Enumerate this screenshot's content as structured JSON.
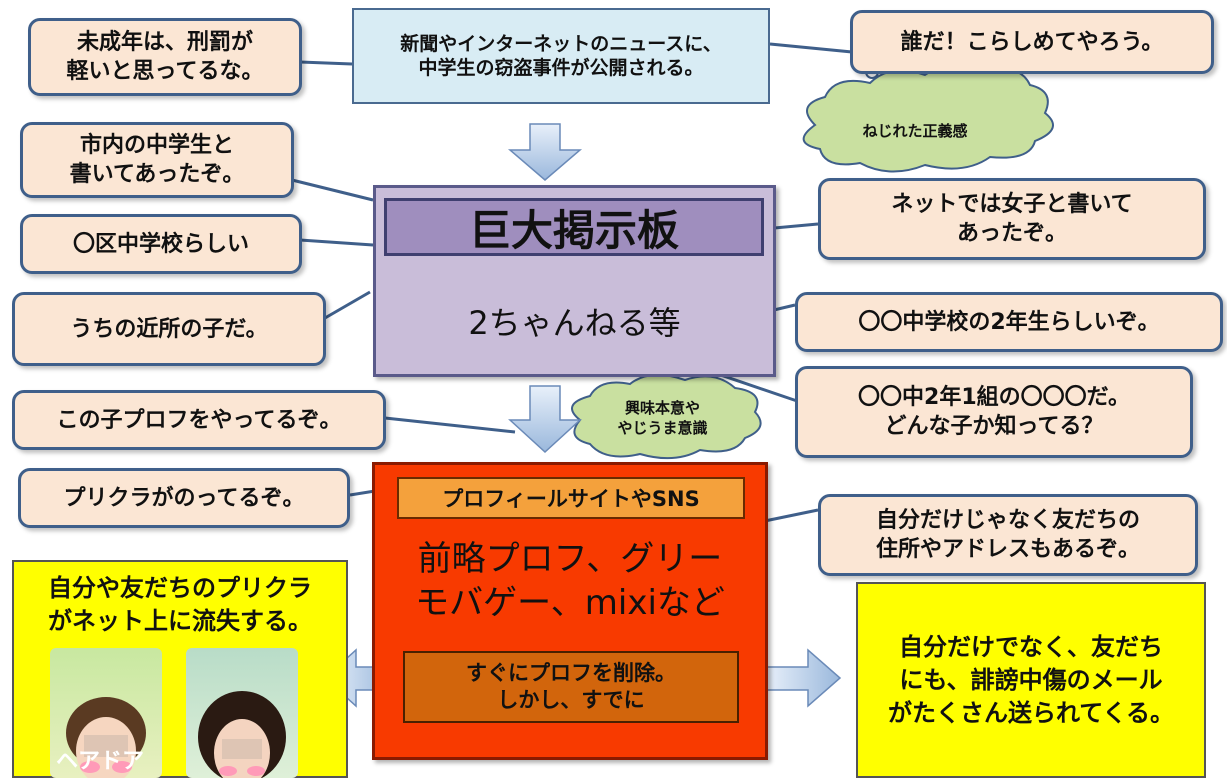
{
  "news": {
    "text": "新聞やインターネットのニュースに、\n中学生の窃盗事件が公開される。"
  },
  "bubbles": {
    "minor_light_punishment": "未成年は、刑罰が\n軽いと思ってるな。",
    "who_is_it": "誰だ！こらしめてやろう。",
    "city_junior_high": "市内の中学生と\n書いてあったぞ。",
    "ward_school": "〇区中学校らしい",
    "neighbor_kid": "うちの近所の子だ。",
    "net_girl": "ネットでは女子と書いて\nあったぞ。",
    "second_year": "〇〇中学校の2年生らしいぞ。",
    "class_name": "〇〇中2年1組の〇〇〇だ。\nどんな子か知ってる？",
    "profile_exists": "この子プロフをやってるぞ。",
    "purikura_posted": "プリクラがのってるぞ。",
    "friends_address": "自分だけじゃなく友だちの\n住所やアドレスもあるぞ。"
  },
  "clouds": {
    "twisted_justice": "ねじれた正義感",
    "curiosity": "興味本意や\nやじうま意識"
  },
  "board": {
    "title": "巨大掲示板",
    "subtitle": "2ちゃんねる等"
  },
  "profile": {
    "title": "プロフィールサイトやSNS",
    "subtitle": "前略プロフ、グリー\nモバゲー、mixiなど",
    "delete": "すぐにプロフを削除。\nしかし、すでに"
  },
  "outcomes": {
    "left": "自分や友だちのプリクラ\nがネット上に流失する。",
    "right": "自分だけでなく、友だち\nにも、誹謗中傷のメール\nがたくさん送られてくる。"
  },
  "photo_caption": "ヘアドア",
  "colors": {
    "bubble_fill": "#fbe6d4",
    "bubble_border": "#3f5f8a",
    "news_fill": "#d8ecf4",
    "board_fill": "#c9bdd9",
    "board_title_fill": "#9f8ebe",
    "profile_fill": "#f83a00",
    "profile_title_fill": "#f4a13c",
    "delete_fill": "#d2650c",
    "outcome_fill": "#ffff00",
    "cloud_fill": "#c9e0a0",
    "arrow_fill": "#a8c4e4"
  }
}
